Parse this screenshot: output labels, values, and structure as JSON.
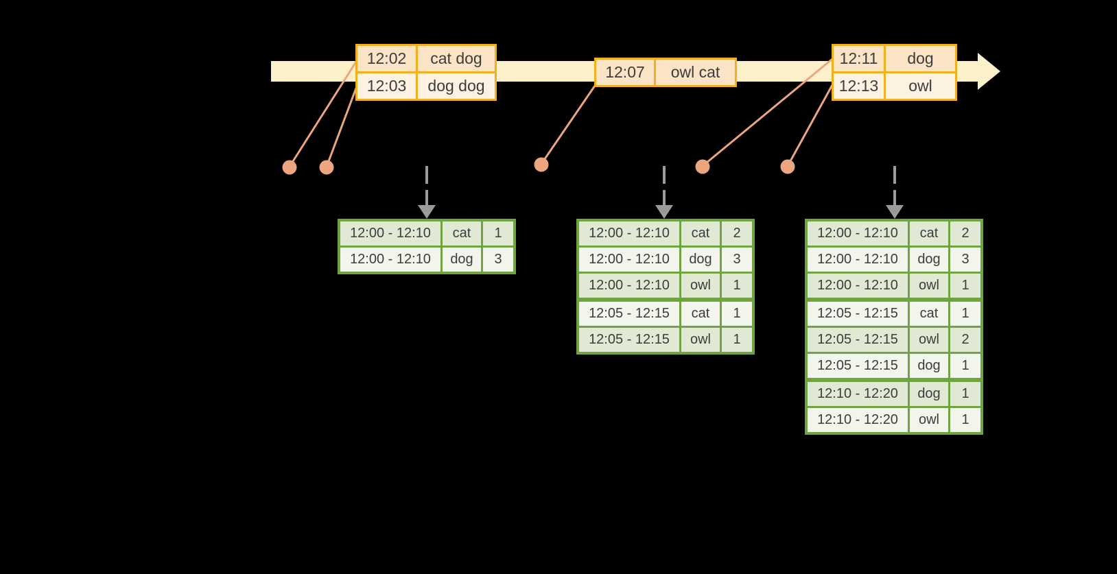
{
  "colors": {
    "background": "#000000",
    "timeline_band": "#FDF1CB",
    "event_table_border": "#F2B01E",
    "event_row_peach": "#FBE3C5",
    "event_row_cream": "#FDF2E2",
    "connector_salmon": "#ECA57E",
    "trigger_arrow_gray": "#9B9B9B",
    "result_table_border": "#6FA441",
    "result_row_tint": "#DFE9D3",
    "result_row_light": "#F1F5EC",
    "text": "#3C3C3C"
  },
  "event_tables": [
    {
      "rows": [
        {
          "time": "12:02",
          "words": "cat dog"
        },
        {
          "time": "12:03",
          "words": "dog dog"
        }
      ]
    },
    {
      "rows": [
        {
          "time": "12:07",
          "words": "owl cat"
        }
      ]
    },
    {
      "rows": [
        {
          "time": "12:11",
          "words": "dog"
        },
        {
          "time": "12:13",
          "words": "owl"
        }
      ]
    }
  ],
  "result_tables": [
    {
      "rows": [
        {
          "window": "12:00 - 12:10",
          "word": "cat",
          "count": "1"
        },
        {
          "window": "12:00 - 12:10",
          "word": "dog",
          "count": "3"
        }
      ]
    },
    {
      "rows": [
        {
          "window": "12:00 - 12:10",
          "word": "cat",
          "count": "2"
        },
        {
          "window": "12:00 - 12:10",
          "word": "dog",
          "count": "3"
        },
        {
          "window": "12:00 - 12:10",
          "word": "owl",
          "count": "1"
        },
        {
          "window": "12:05 - 12:15",
          "word": "cat",
          "count": "1",
          "sep": true
        },
        {
          "window": "12:05 - 12:15",
          "word": "owl",
          "count": "1"
        }
      ]
    },
    {
      "rows": [
        {
          "window": "12:00 - 12:10",
          "word": "cat",
          "count": "2"
        },
        {
          "window": "12:00 - 12:10",
          "word": "dog",
          "count": "3"
        },
        {
          "window": "12:00 - 12:10",
          "word": "owl",
          "count": "1"
        },
        {
          "window": "12:05 - 12:15",
          "word": "cat",
          "count": "1",
          "sep": true
        },
        {
          "window": "12:05 - 12:15",
          "word": "owl",
          "count": "2"
        },
        {
          "window": "12:05 - 12:15",
          "word": "dog",
          "count": "1"
        },
        {
          "window": "12:10 - 12:20",
          "word": "dog",
          "count": "1",
          "sep": true
        },
        {
          "window": "12:10 - 12:20",
          "word": "owl",
          "count": "1"
        }
      ]
    }
  ]
}
